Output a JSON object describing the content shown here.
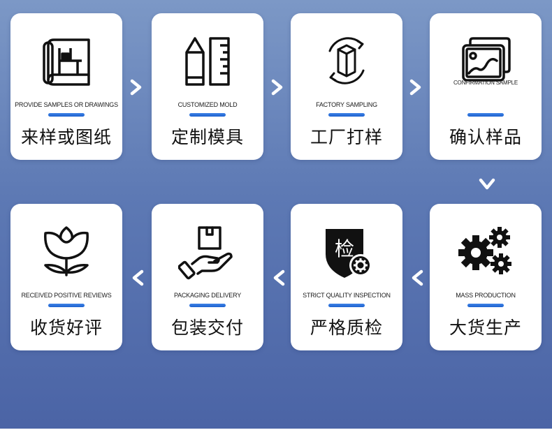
{
  "steps": [
    {
      "en": "PROVIDE SAMPLES OR DRAWINGS",
      "cn": "来样或图纸",
      "icon": "blueprint-icon"
    },
    {
      "en": "CUSTOMIZED MOLD",
      "cn": "定制模具",
      "icon": "pencil-ruler-icon"
    },
    {
      "en": "FACTORY SAMPLING",
      "cn": "工厂打样",
      "icon": "rotating-box-icon"
    },
    {
      "en": "CONFIRMATION SAMPLE",
      "cn": "确认样品",
      "icon": "image-gallery-icon"
    },
    {
      "en": "MASS PRODUCTION",
      "cn": "大货生产",
      "icon": "gears-icon"
    },
    {
      "en": "STRICT QUALITY INSPECTION",
      "cn": "严格质检",
      "icon": "shield-inspection-icon"
    },
    {
      "en": "PACKAGING DELIVERY",
      "cn": "包装交付",
      "icon": "hand-package-icon"
    },
    {
      "en": "RECEIVED POSITIVE REVIEWS",
      "cn": "收货好评",
      "icon": "flower-icon"
    }
  ],
  "shield_char": "检",
  "colors": {
    "accent_bar": "#1d62cf",
    "background": "#5d79b4",
    "card": "#ffffff"
  }
}
